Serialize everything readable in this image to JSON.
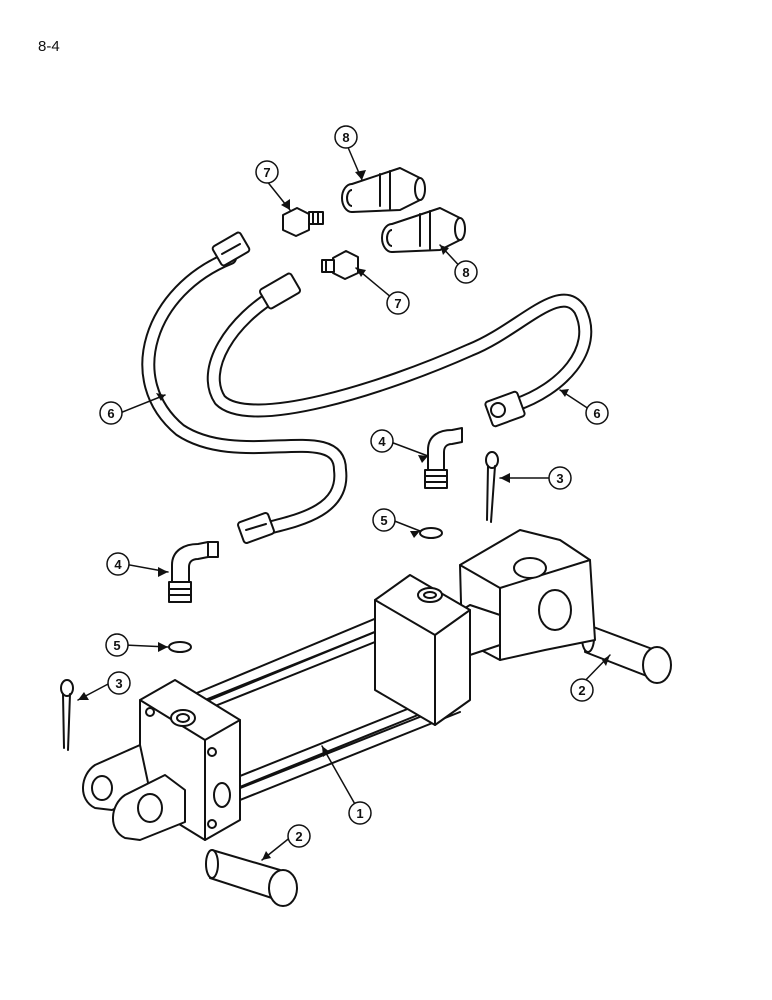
{
  "page": {
    "number": "8-4"
  },
  "colors": {
    "ink": "#111111",
    "paper": "#ffffff"
  },
  "callouts": [
    {
      "label": "1",
      "part": "hydraulic-cylinder"
    },
    {
      "label": "2",
      "part": "clevis-pin"
    },
    {
      "label": "2",
      "part": "clevis-pin"
    },
    {
      "label": "3",
      "part": "cotter-pin"
    },
    {
      "label": "3",
      "part": "cotter-pin"
    },
    {
      "label": "4",
      "part": "elbow-fitting"
    },
    {
      "label": "4",
      "part": "elbow-fitting"
    },
    {
      "label": "5",
      "part": "o-ring"
    },
    {
      "label": "5",
      "part": "o-ring"
    },
    {
      "label": "6",
      "part": "hydraulic-hose"
    },
    {
      "label": "6",
      "part": "hydraulic-hose"
    },
    {
      "label": "7",
      "part": "adapter-fitting"
    },
    {
      "label": "7",
      "part": "adapter-fitting"
    },
    {
      "label": "8",
      "part": "quick-coupler"
    },
    {
      "label": "8",
      "part": "quick-coupler"
    }
  ]
}
